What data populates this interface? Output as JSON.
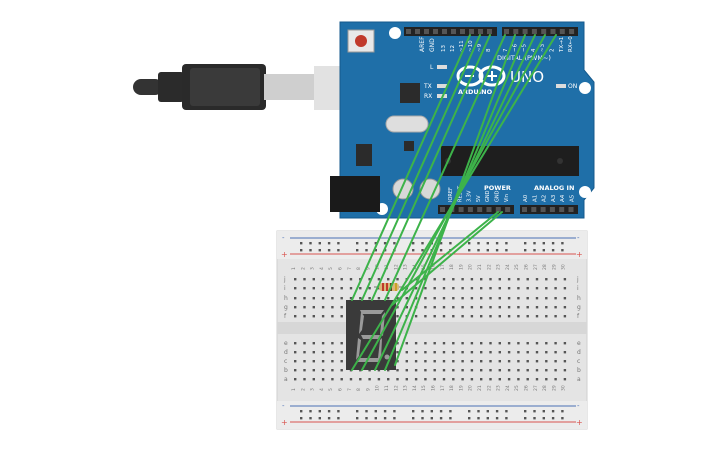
{
  "board": {
    "name": "UNO",
    "brand": "ARDUINO",
    "digital_label": "DIGITAL (PWM~)",
    "power_label": "POWER",
    "analog_label": "ANALOG IN",
    "on_label": "ON",
    "led_l": "L",
    "led_tx": "TX",
    "led_rx": "RX",
    "aref": "AREF",
    "gnd": "GND",
    "digital_pins": [
      "13",
      "12",
      "~11",
      "~10",
      "~9",
      "8",
      "7",
      "~6",
      "~5",
      "4",
      "~3",
      "2",
      "TX→1",
      "RX←0"
    ],
    "power_pins": [
      "IOREF",
      "RESET",
      "3.3V",
      "5V",
      "GND",
      "GND",
      "Vin"
    ],
    "analog_pins": [
      "A0",
      "A1",
      "A2",
      "A3",
      "A4",
      "A5"
    ],
    "color": "#1f6fa8"
  },
  "breadboard": {
    "row_letters_top": [
      "j",
      "i",
      "h",
      "g",
      "f"
    ],
    "row_letters_bottom": [
      "e",
      "d",
      "c",
      "b",
      "a"
    ],
    "columns": 30,
    "rail_plus": "+",
    "rail_minus": "-"
  },
  "display": {
    "digit": "8"
  },
  "colors": {
    "wire": "#3db34a",
    "rail_red": "#d9534f",
    "rail_blue": "#4a6fb5"
  }
}
